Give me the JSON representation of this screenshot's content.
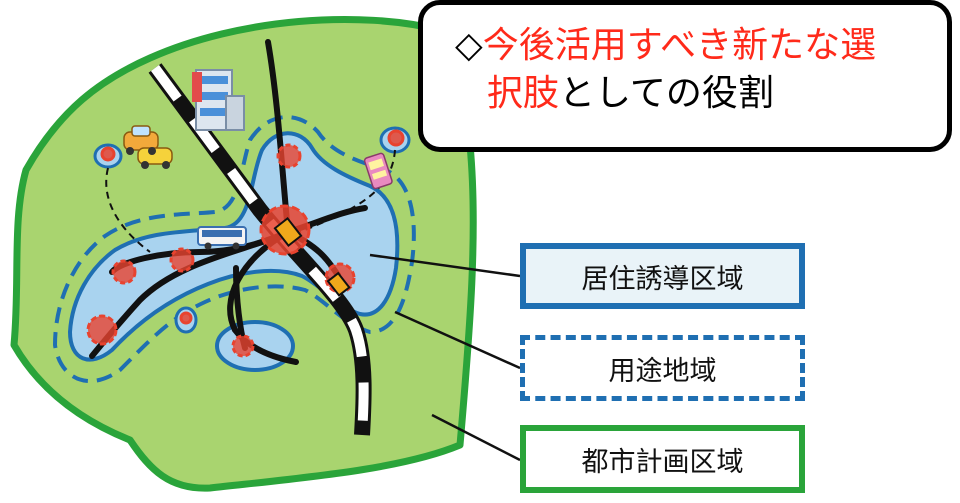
{
  "callout": {
    "marker": "◇",
    "line1_red": "今後活用すべき新たな選",
    "line2_red": "択肢",
    "line2_black": "としての役割"
  },
  "legend": {
    "residential": "居住誘導区域",
    "land_use": "用途地域",
    "city_planning": "都市計画区域"
  },
  "colors": {
    "city_area_fill": "#a9d46f",
    "city_area_border": "#2aa43a",
    "residential_fill": "#a9d3ef",
    "zone_border": "#1f6fb2",
    "hub_red": "#e8432f",
    "station_yellow": "#f0a81b",
    "accent_red": "#ff2a1a"
  },
  "icons": [
    "building-icon",
    "cars-icon",
    "bus-icon",
    "tram-icon",
    "train-line-icon",
    "station-icon"
  ]
}
